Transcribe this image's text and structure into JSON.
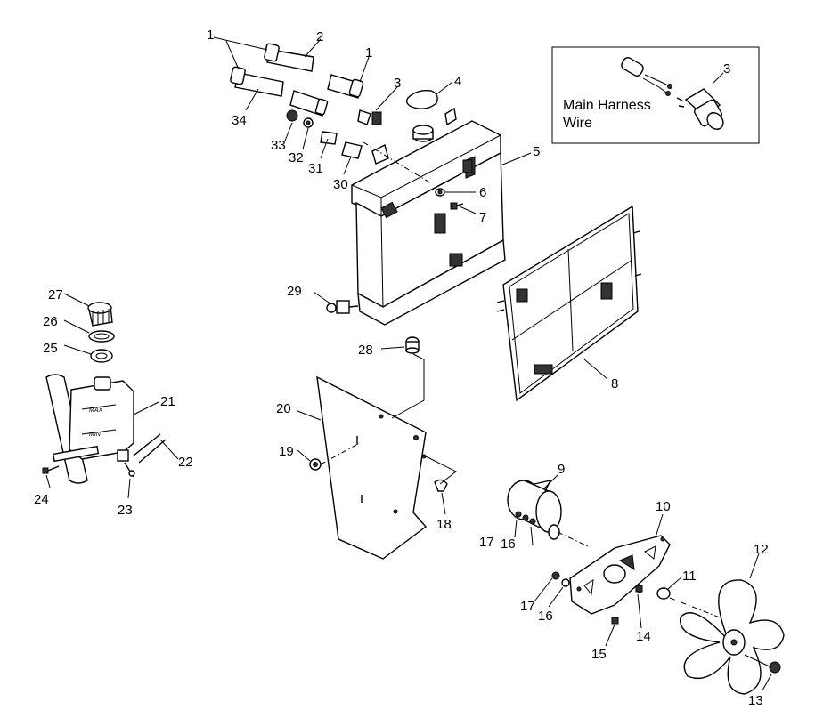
{
  "callouts": {
    "c1a": "1",
    "c1b": "1",
    "c2": "2",
    "c3a": "3",
    "c3b": "3",
    "c4": "4",
    "c5": "5",
    "c6": "6",
    "c7": "7",
    "c8": "8",
    "c9": "9",
    "c10": "10",
    "c11": "11",
    "c12": "12",
    "c13": "13",
    "c14": "14",
    "c15": "15",
    "c16a": "16",
    "c16b": "16",
    "c17a": "17",
    "c17b": "17",
    "c18": "18",
    "c19": "19",
    "c20": "20",
    "c21": "21",
    "c22": "22",
    "c23": "23",
    "c24": "24",
    "c25": "25",
    "c26": "26",
    "c27": "27",
    "c28": "28",
    "c29": "29",
    "c30": "30",
    "c31": "31",
    "c32": "32",
    "c33": "33",
    "c34": "34"
  },
  "inset": {
    "line1": "Main Harness",
    "line2": "Wire"
  },
  "tank_marks": {
    "max": "MAX",
    "min": "MIN"
  }
}
